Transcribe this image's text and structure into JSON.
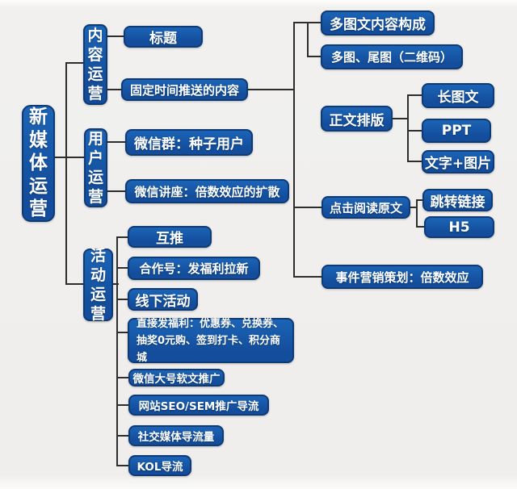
{
  "mindmap": {
    "root": "新媒体运营",
    "content": {
      "label": "内容运营",
      "title": "标题",
      "fixed_content": "固定时间推送的内容"
    },
    "fixed_children": {
      "multi_compose": "多图文内容构成",
      "tail_qr": "多图、尾图（二维码）",
      "typesetting": "正文排版",
      "typeset_long": "长图文",
      "typeset_ppt": "PPT",
      "typeset_textimg": "文字+图片",
      "read_original": "点击阅读原文",
      "read_link": "跳转链接",
      "read_h5": "H5",
      "event_marketing": "事件营销策划：倍数效应"
    },
    "user": {
      "label": "用户运营",
      "wechat_group": "微信群：种子用户",
      "wechat_lecture": "微信讲座：倍数效应的扩散"
    },
    "activity": {
      "label": "活动运营",
      "mutual_push": "互推",
      "coop": "合作号：发福利拉新",
      "offline": "线下活动",
      "benefits": "直接发福利：优惠券、兑换券、抽奖0元购、签到打卡、积分商城",
      "wechat_soft": "微信大号软文推广",
      "seo": "网站SEO/SEM推广导流",
      "social": "社交媒体导流量",
      "kol": "KOL导流"
    }
  },
  "colors": {
    "node_fill": "#134d9b",
    "node_fill_top": "#1c64b6",
    "node_border": "#0e3a76",
    "node_text": "#ffffff",
    "line": "#2d2d2d",
    "background": "#f1f0ee"
  }
}
